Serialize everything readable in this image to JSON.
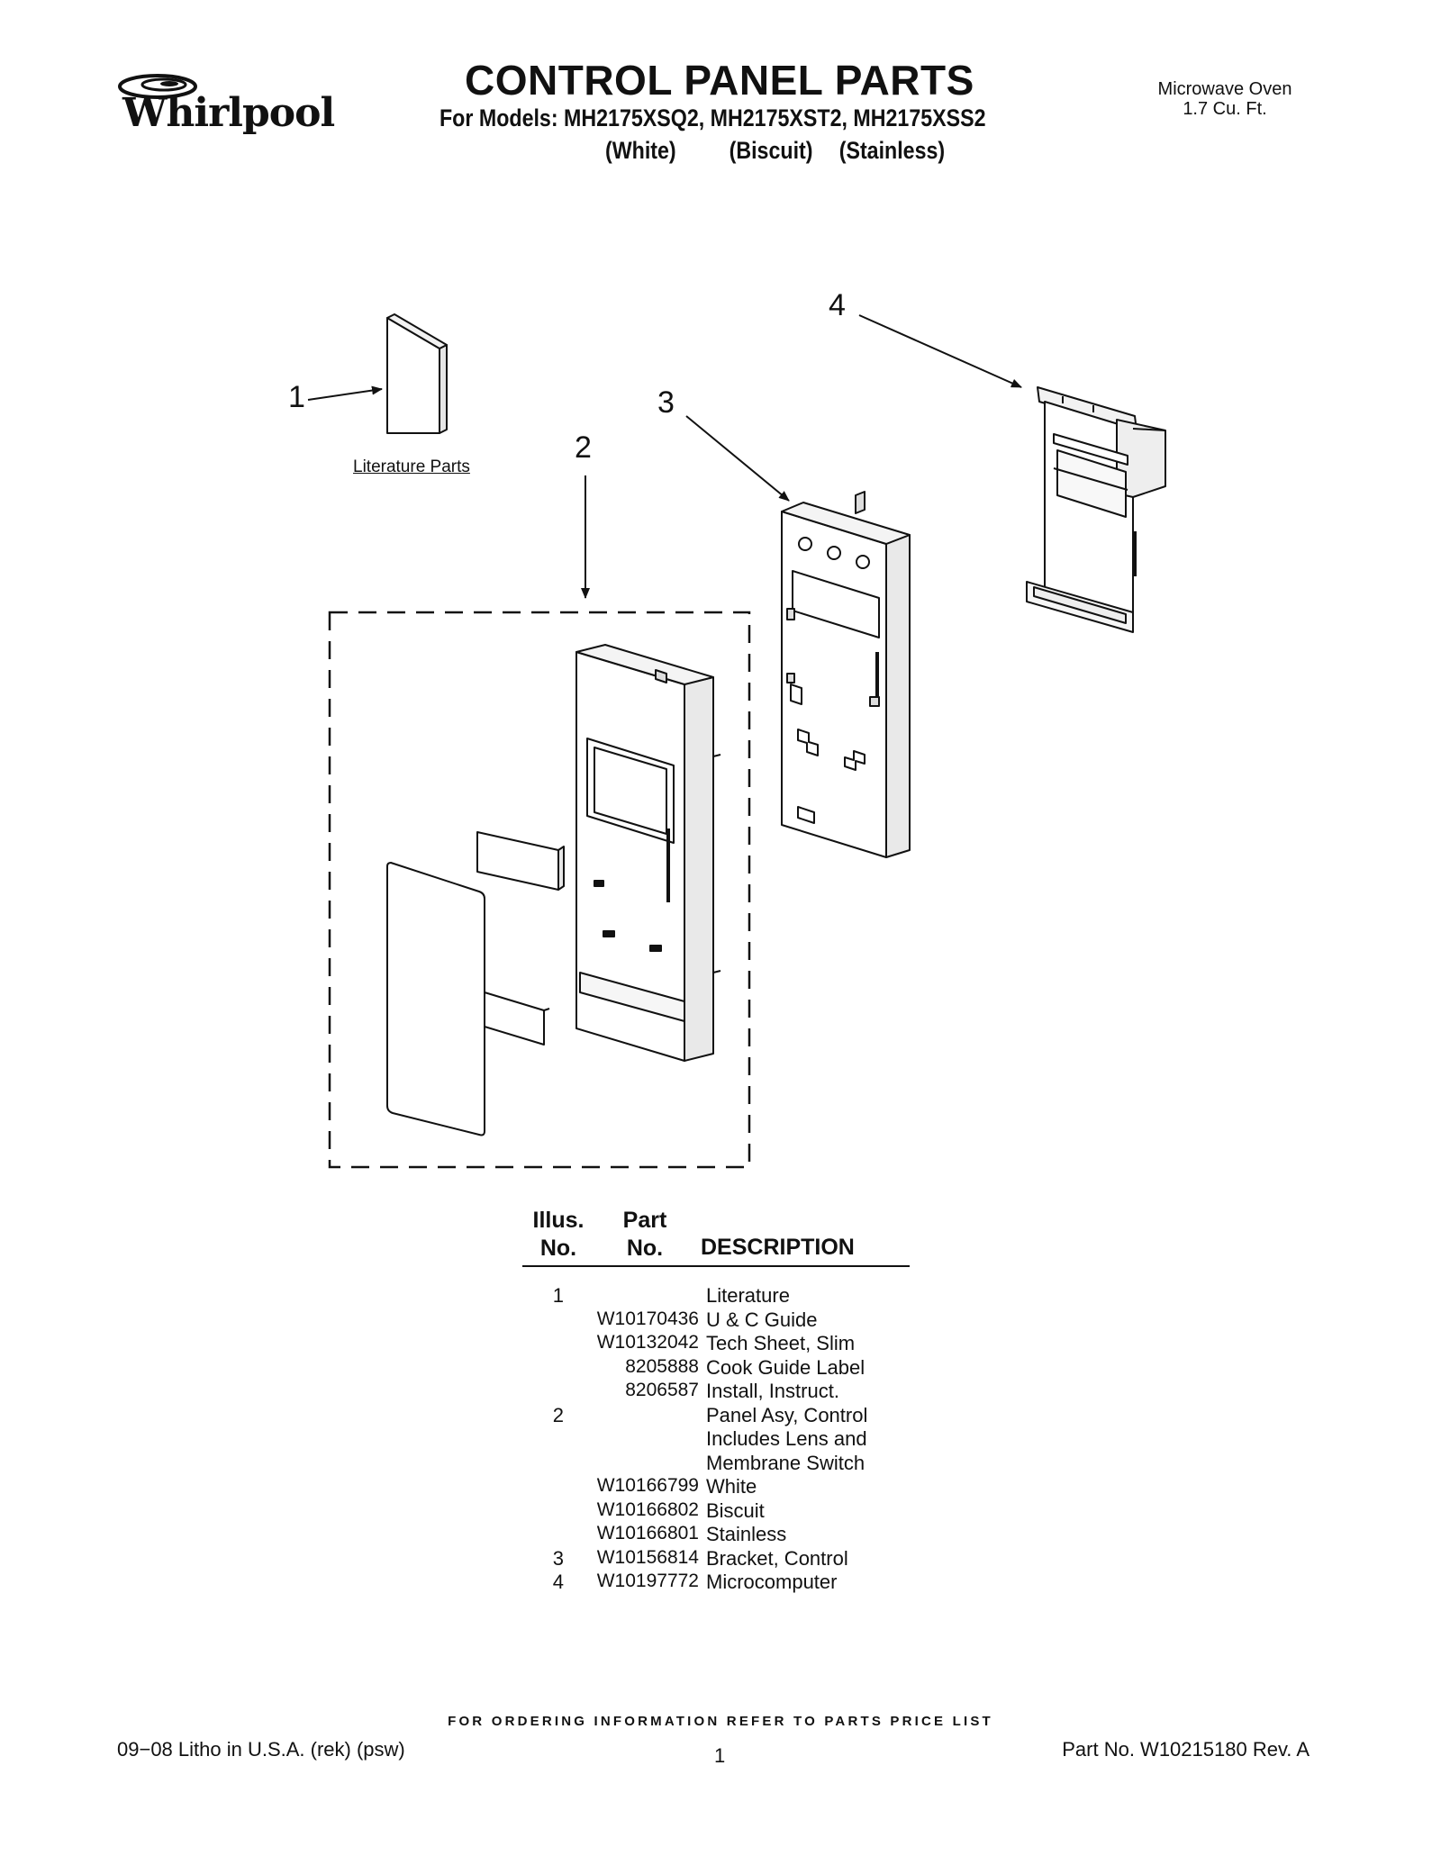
{
  "header": {
    "brand": "Whirlpool",
    "title": "CONTROL PANEL PARTS",
    "models_line": "For Models: MH2175XSQ2, MH2175XST2, MH2175XSS2",
    "variants": [
      "(White)",
      "(Biscuit)",
      "(Stainless)"
    ],
    "product_name": "Microwave Oven",
    "product_capacity": "1.7 Cu. Ft."
  },
  "diagram": {
    "callouts": [
      "1",
      "2",
      "3",
      "4"
    ],
    "literature_label": "Literature Parts"
  },
  "parts_table": {
    "headers": {
      "illus_line1": "Illus.",
      "illus_line2": "No.",
      "part_line1": "Part",
      "part_line2": "No.",
      "description": "DESCRIPTION"
    },
    "rows": [
      {
        "illus": "1",
        "part": "",
        "desc": "Literature"
      },
      {
        "illus": "",
        "part": "W10170436",
        "desc": "U & C Guide"
      },
      {
        "illus": "",
        "part": "W10132042",
        "desc": "Tech Sheet, Slim"
      },
      {
        "illus": "",
        "part": "8205888",
        "desc": "Cook Guide Label"
      },
      {
        "illus": "",
        "part": "8206587",
        "desc": "Install, Instruct."
      },
      {
        "illus": "2",
        "part": "",
        "desc": "Panel Asy, Control"
      },
      {
        "illus": "",
        "part": "",
        "desc": "Includes Lens and"
      },
      {
        "illus": "",
        "part": "",
        "desc": "Membrane Switch"
      },
      {
        "illus": "",
        "part": "W10166799",
        "desc": "White"
      },
      {
        "illus": "",
        "part": "W10166802",
        "desc": "Biscuit"
      },
      {
        "illus": "",
        "part": "W10166801",
        "desc": "Stainless"
      },
      {
        "illus": "3",
        "part": "W10156814",
        "desc": "Bracket, Control"
      },
      {
        "illus": "4",
        "part": "W10197772",
        "desc": "Microcomputer"
      }
    ]
  },
  "footer": {
    "order_note": "FOR ORDERING INFORMATION REFER TO PARTS PRICE LIST",
    "litho": "09−08 Litho in U.S.A. (rek) (psw)",
    "page_number": "1",
    "part_number": "Part No. W10215180 Rev. A"
  }
}
